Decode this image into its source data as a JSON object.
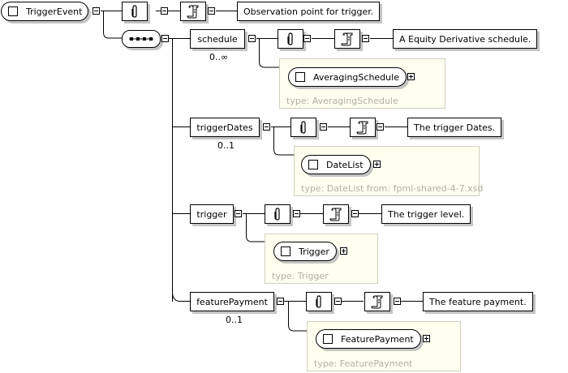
{
  "root": {
    "name": "TriggerEvent",
    "annotation": "Observation point for trigger."
  },
  "compositor": {
    "type": "sequence",
    "icon": "sequence-icon"
  },
  "icons": {
    "annotation": "paperclip-icon",
    "documentation": "scroll-icon",
    "collapse": "minus-icon",
    "expand": "plus-icon"
  },
  "children": [
    {
      "name": "schedule",
      "occurrence": "0..∞",
      "doc": "A Equity Derivative schedule.",
      "type_name": "AveragingSchedule",
      "type_label": "type: AveragingSchedule"
    },
    {
      "name": "triggerDates",
      "occurrence": "0..1",
      "doc": "The trigger Dates.",
      "type_name": "DateList",
      "type_label": "type: DateList from: fpml-shared-4-7.xsd"
    },
    {
      "name": "trigger",
      "occurrence": "",
      "doc": "The trigger level.",
      "type_name": "Trigger",
      "type_label": "type: Trigger"
    },
    {
      "name": "featurePayment",
      "occurrence": "0..1",
      "doc": "The feature payment.",
      "type_name": "FeaturePayment",
      "type_label": "type: FeaturePayment"
    }
  ],
  "colors": {
    "card_bg": "#fffff0",
    "card_border": "#cfcfbf",
    "type_text": "#b0b0a0",
    "shadow": "#c4c4c4"
  }
}
